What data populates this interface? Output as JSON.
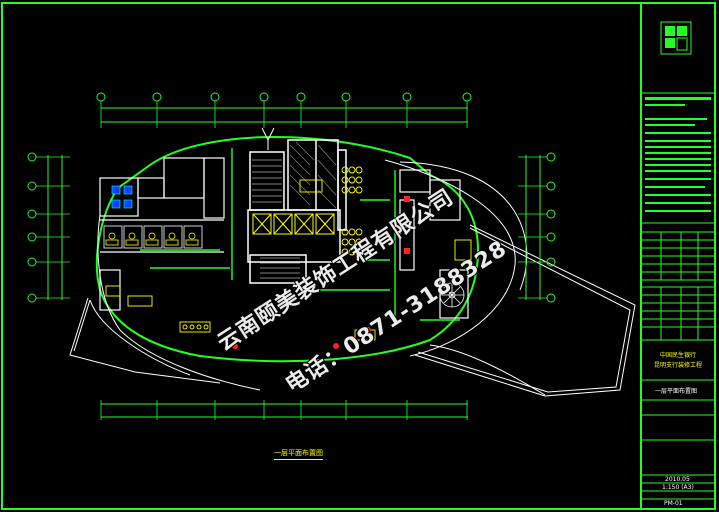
{
  "drawing": {
    "title": "一层平面布置图",
    "scale": "1:150 (A3)",
    "date": "2010.05",
    "sheet_no": "PM-01",
    "project_name_1": "中国民生银行",
    "project_name_2": "昆明支行装修工程",
    "sheet_caption": "一层平面布置图"
  },
  "watermark": {
    "company": "云南颐美装饰工程有限公司",
    "phone": "电话：0871-3188328"
  },
  "colors": {
    "frame": "#22ff22",
    "wall": "#ffffff",
    "furniture": "#ffff00",
    "accent": "#ff2222",
    "cyan": "#00ffff"
  }
}
